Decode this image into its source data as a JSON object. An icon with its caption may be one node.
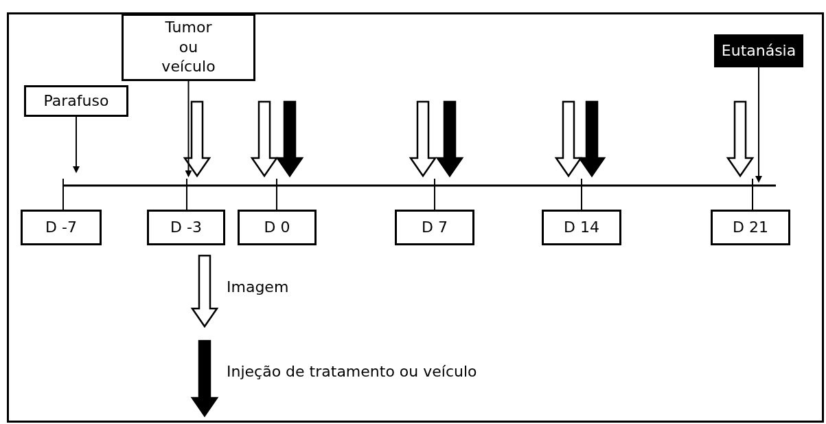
{
  "diagram": {
    "nodes": [
      {
        "text": [
          "Parafuso"
        ]
      },
      {
        "text": [
          "Tumor ou veículo"
        ]
      },
      {
        "text": [
          "Eutanásia"
        ]
      },
      {
        "text": [
          "D -7"
        ]
      },
      {
        "text": [
          "D -3"
        ]
      },
      {
        "text": [
          "D 0"
        ]
      },
      {
        "text": [
          "D 7"
        ]
      },
      {
        "text": [
          "D 14"
        ]
      },
      {
        "text": [
          "D 21"
        ]
      }
    ],
    "edges": [
      {
        "from": 0,
        "to": null,
        "arrow": "to"
      },
      {
        "from": 1,
        "to": null,
        "arrow": "to"
      },
      {
        "from": 2,
        "to": null,
        "arrow": "to"
      }
    ],
    "legend": [
      {
        "text": "Imagem"
      },
      {
        "text": "Injeção  de tratamento ou veículo"
      }
    ]
  }
}
